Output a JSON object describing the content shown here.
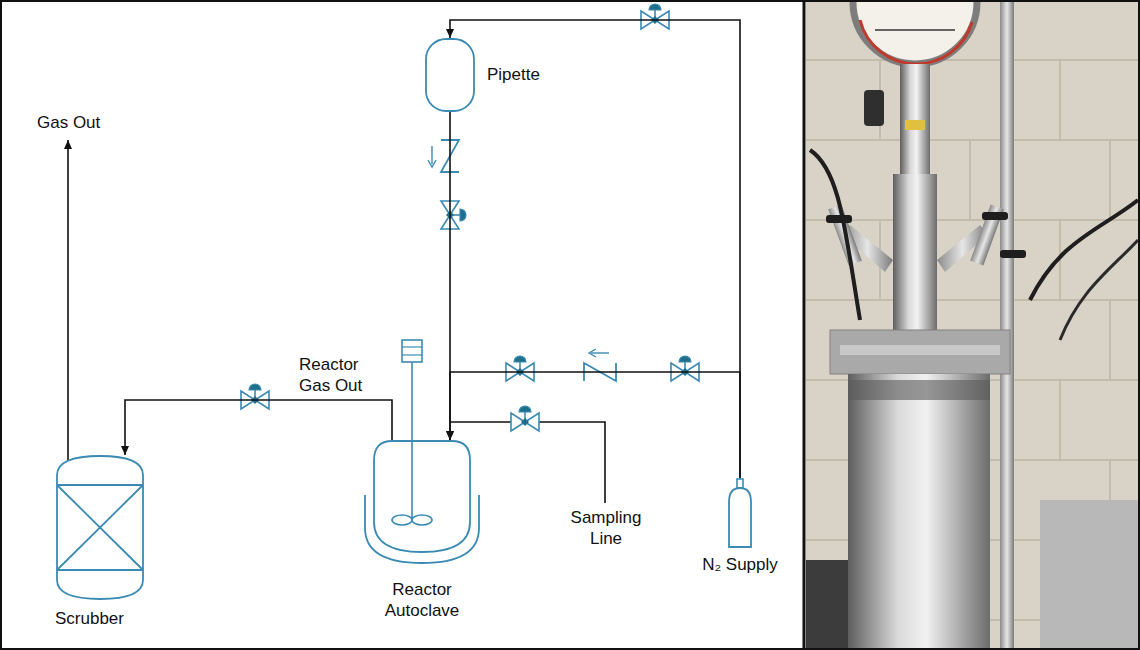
{
  "diagram": {
    "nodes": [
      {
        "text": [
          "Pipette"
        ]
      },
      {
        "text": [
          "Reactor Autoclave"
        ]
      },
      {
        "text": [
          "Scrubber"
        ]
      },
      {
        "text": [
          "N₂ Supply"
        ]
      }
    ],
    "edges": [
      {
        "from": 3,
        "to": 0,
        "arrow": "to"
      },
      {
        "from": 0,
        "to": 1,
        "arrow": "to"
      },
      {
        "from": 3,
        "to": 1,
        "arrow": "to"
      },
      {
        "from": 1,
        "to": 2,
        "arrow": "to",
        "label": "Reactor Gas Out"
      }
    ],
    "labels": [
      "Gas Out",
      "Sampling Line"
    ]
  }
}
